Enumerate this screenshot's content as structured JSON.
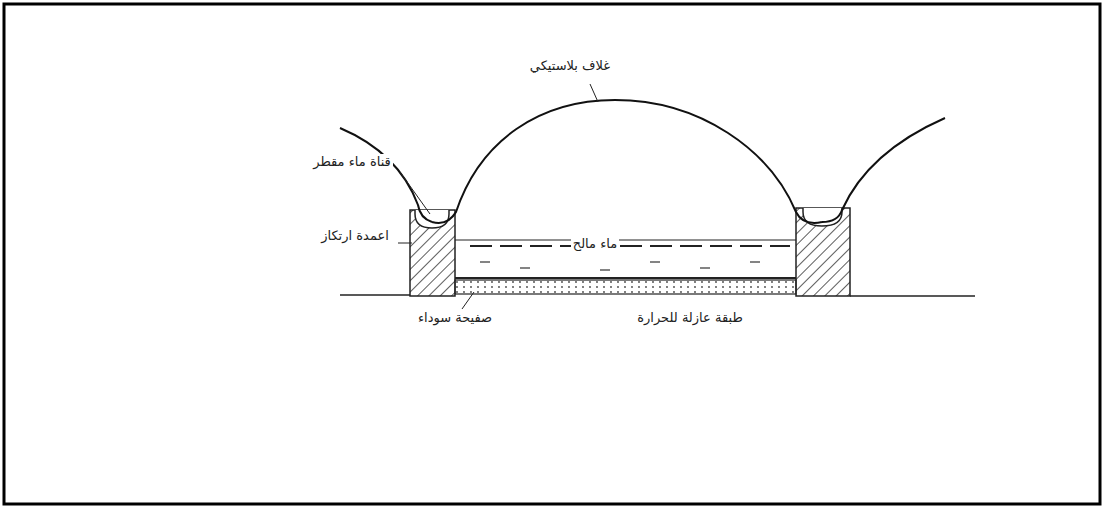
{
  "diagram": {
    "labels": [
      "غلاف بلاستيكي",
      "قناة ماء مقطر",
      "اعمدة ارتكاز",
      "ماء مالح",
      "صفيحة سوداء",
      "طبقة عازلة للحرارة"
    ]
  }
}
